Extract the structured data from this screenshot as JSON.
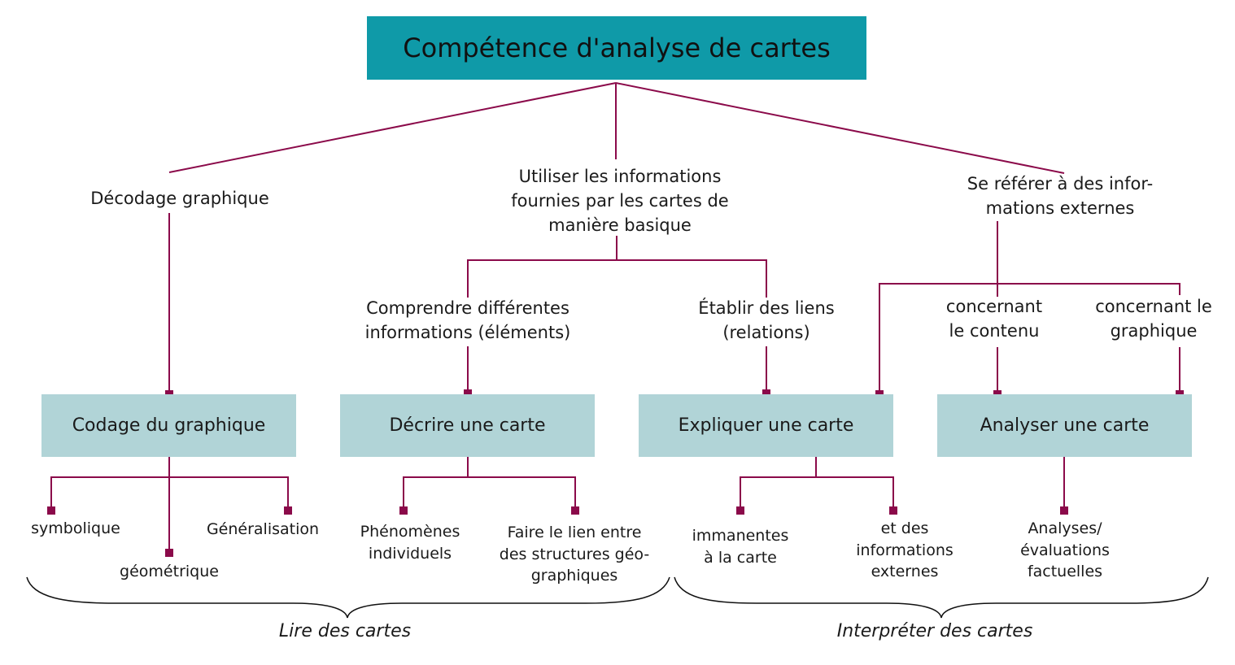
{
  "title": "Compétence d'analyse de cartes",
  "branches": {
    "decoding": "Décodage graphique",
    "using": [
      "Utiliser les informations",
      "fournies par les cartes de",
      "manière basique"
    ],
    "external": [
      "Se référer à des infor-",
      "mations externes"
    ]
  },
  "sub": {
    "understand": [
      "Comprendre différentes",
      "informations (éléments)"
    ],
    "links": [
      "Établir des liens",
      "(relations)"
    ],
    "content": [
      "concernant",
      "le contenu"
    ],
    "graphic": [
      "concernant le",
      "graphique"
    ]
  },
  "boxes": [
    "Codage du graphique",
    "Décrire une carte",
    "Expliquer une carte",
    "Analyser une carte"
  ],
  "leaves": {
    "symbolic": "symbolique",
    "geometric": "géométrique",
    "generalisation": "Généralisation",
    "phenomena": [
      "Phénomènes",
      "individuels"
    ],
    "link": [
      "Faire le lien entre",
      "des structures géo-",
      "graphiques"
    ],
    "immanent": [
      "immanentes",
      "à la carte"
    ],
    "externalInfo": [
      "et des",
      "informations",
      "externes"
    ],
    "analyses": [
      "Analyses/",
      "évaluations",
      "factuelles"
    ]
  },
  "categories": [
    "Lire des cartes",
    "Interpréter des cartes"
  ],
  "colors": {
    "title": "#0f9aa8",
    "box": "#b1d4d7",
    "line": "#8b0a4a"
  }
}
